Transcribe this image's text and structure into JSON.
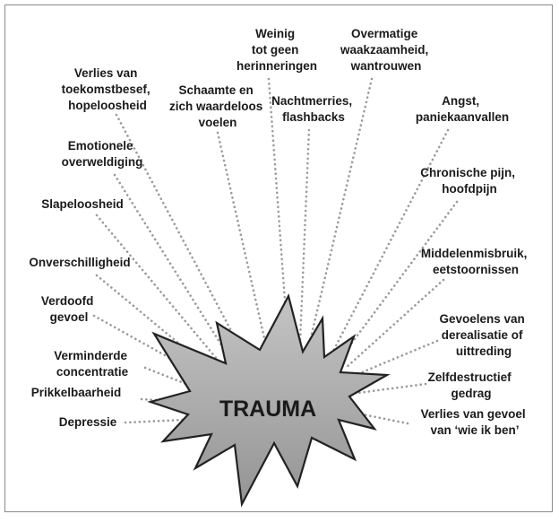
{
  "center": {
    "label": "TRAUMA"
  },
  "symptoms": [
    {
      "id": "weinig-herinneringen",
      "lines": [
        "Weinig",
        "tot geen",
        "herinneringen"
      ]
    },
    {
      "id": "overmatige-waakzaamheid",
      "lines": [
        "Overmatige",
        "waakzaamheid,",
        "wantrouwen"
      ]
    },
    {
      "id": "nachtmerries",
      "lines": [
        "Nachtmerries,",
        "flashbacks"
      ]
    },
    {
      "id": "schaamte",
      "lines": [
        "Schaamte en",
        "zich waardeloos",
        "voelen"
      ]
    },
    {
      "id": "verlies-toekomstbesef",
      "lines": [
        "Verlies van",
        "toekomstbesef,",
        "hopeloosheid"
      ]
    },
    {
      "id": "angst",
      "lines": [
        "Angst,",
        "paniekaanvallen"
      ]
    },
    {
      "id": "emotionele-overweldiging",
      "lines": [
        "Emotionele",
        "overweldiging"
      ]
    },
    {
      "id": "chronische-pijn",
      "lines": [
        "Chronische pijn,",
        "hoofdpijn"
      ]
    },
    {
      "id": "slapeloosheid",
      "lines": [
        "Slapeloosheid"
      ]
    },
    {
      "id": "middelenmisbruik",
      "lines": [
        "Middelenmisbruik,",
        "eetstoornissen"
      ]
    },
    {
      "id": "onverschilligheid",
      "lines": [
        "Onverschilligheid"
      ]
    },
    {
      "id": "verdoofd-gevoel",
      "lines": [
        "Verdoofd",
        "gevoel"
      ]
    },
    {
      "id": "derealisatie",
      "lines": [
        "Gevoelens van",
        "derealisatie of",
        "uittreding"
      ]
    },
    {
      "id": "verminderde-concentratie",
      "lines": [
        "Verminderde",
        "concentratie"
      ]
    },
    {
      "id": "zelfdestructief",
      "lines": [
        "Zelfdestructief",
        "gedrag"
      ]
    },
    {
      "id": "prikkelbaarheid",
      "lines": [
        "Prikkelbaarheid"
      ]
    },
    {
      "id": "depressie",
      "lines": [
        "Depressie"
      ]
    },
    {
      "id": "verlies-gevoel",
      "lines": [
        "Verlies van gevoel",
        "van ‘wie ik ben’"
      ]
    }
  ]
}
